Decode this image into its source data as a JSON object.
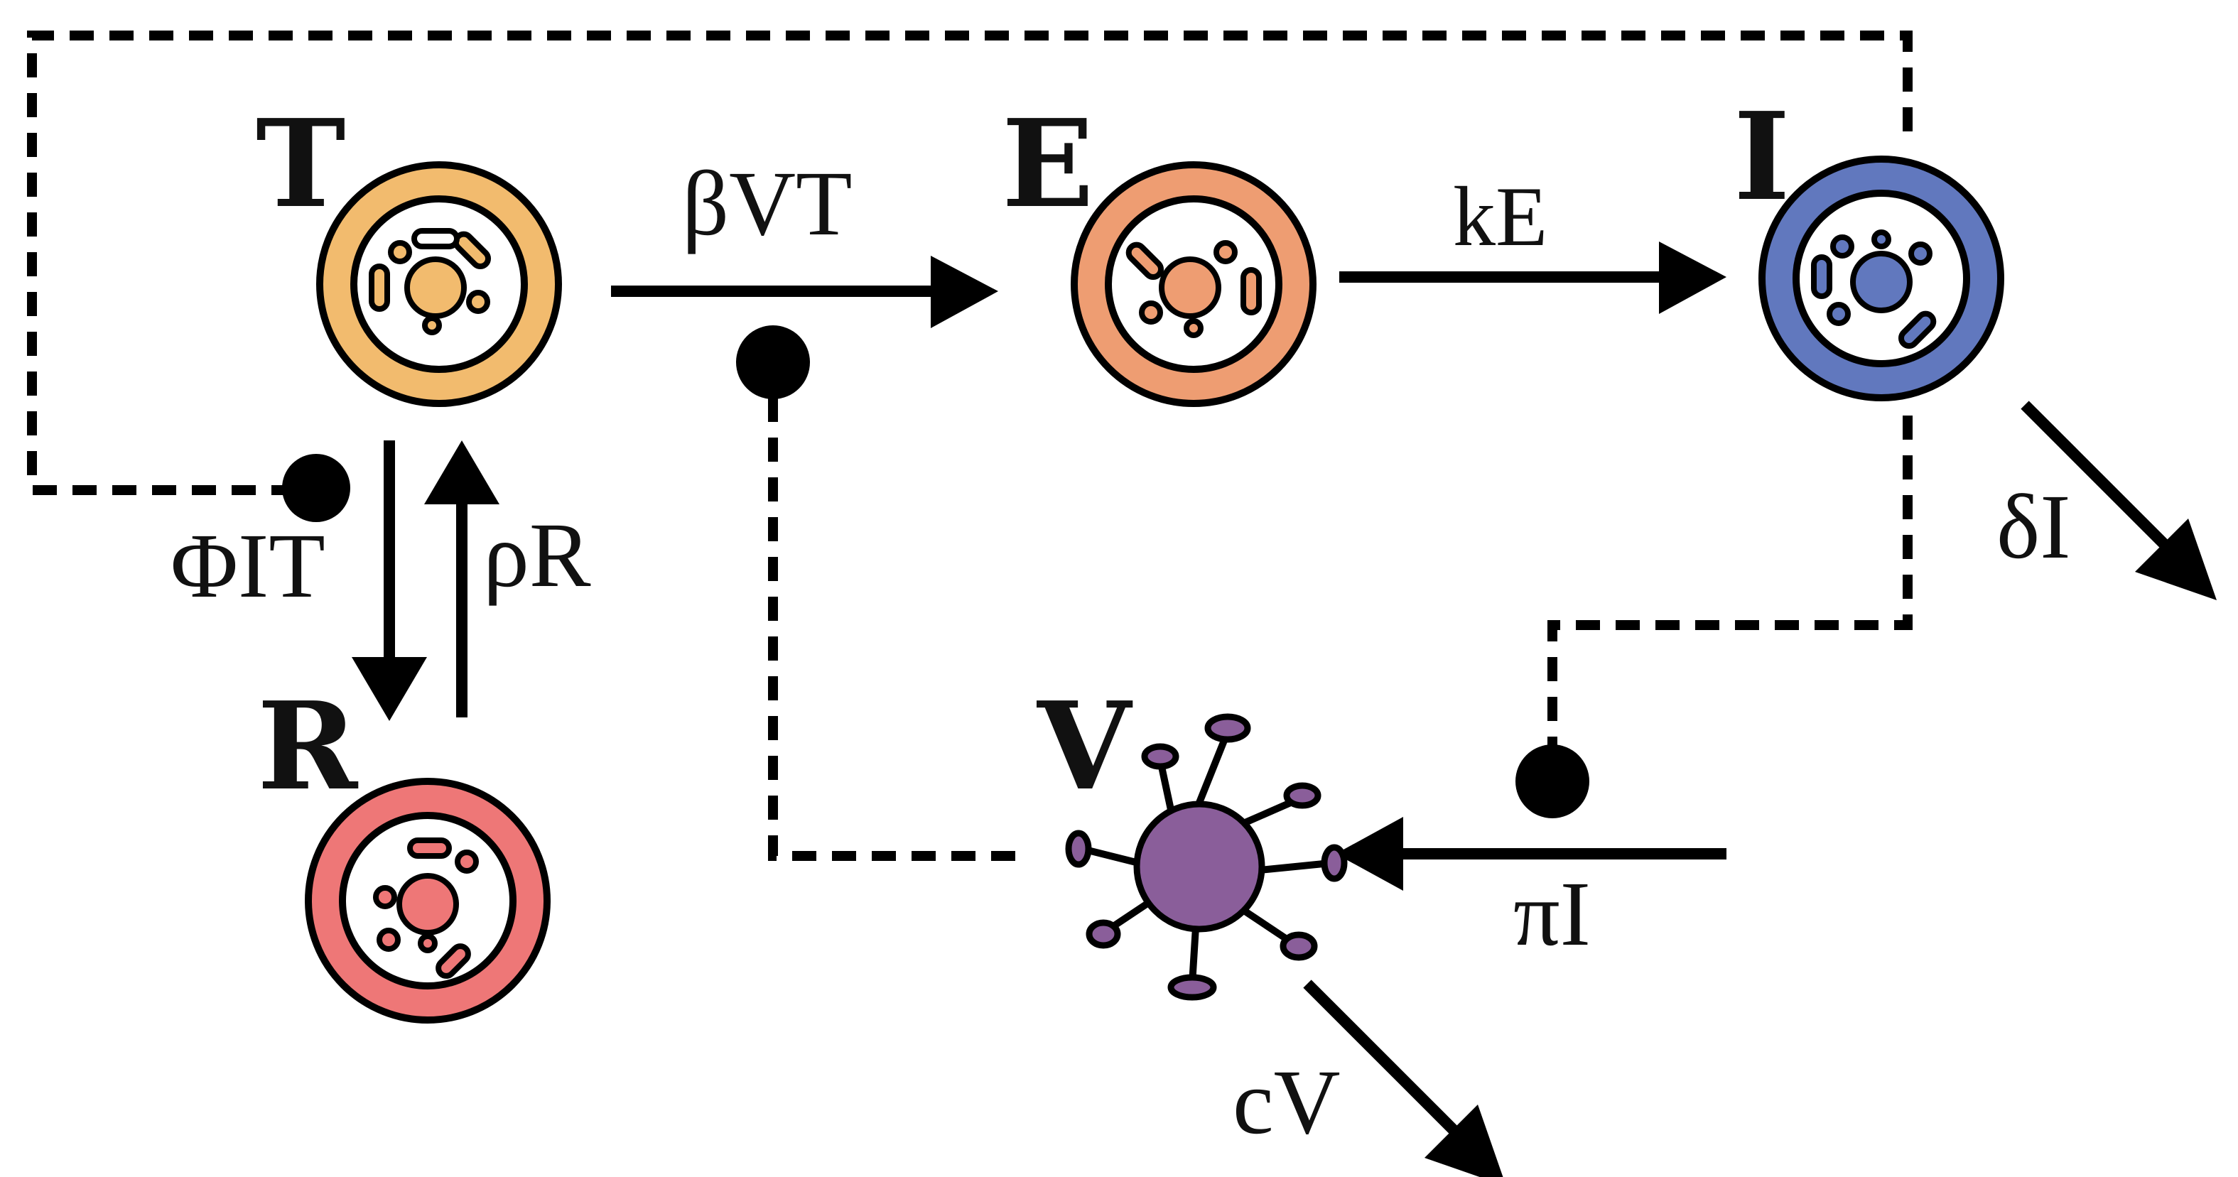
{
  "nodes": {
    "T": {
      "label": "T",
      "color": "#F2BB6E"
    },
    "E": {
      "label": "E",
      "color": "#EE9D72"
    },
    "I": {
      "label": "I",
      "color": "#6178BE"
    },
    "R": {
      "label": "R",
      "color": "#EE7777"
    },
    "V": {
      "label": "V",
      "color": "#8A5E9A"
    }
  },
  "rates": {
    "infection": "βVT",
    "eclipse": "kE",
    "death": "δI",
    "refractory": "ΦIT",
    "reversion": "ρR",
    "production": "πI",
    "clearance": "cV"
  },
  "icons": {
    "cell": "cell-icon",
    "virus": "virus-icon"
  }
}
